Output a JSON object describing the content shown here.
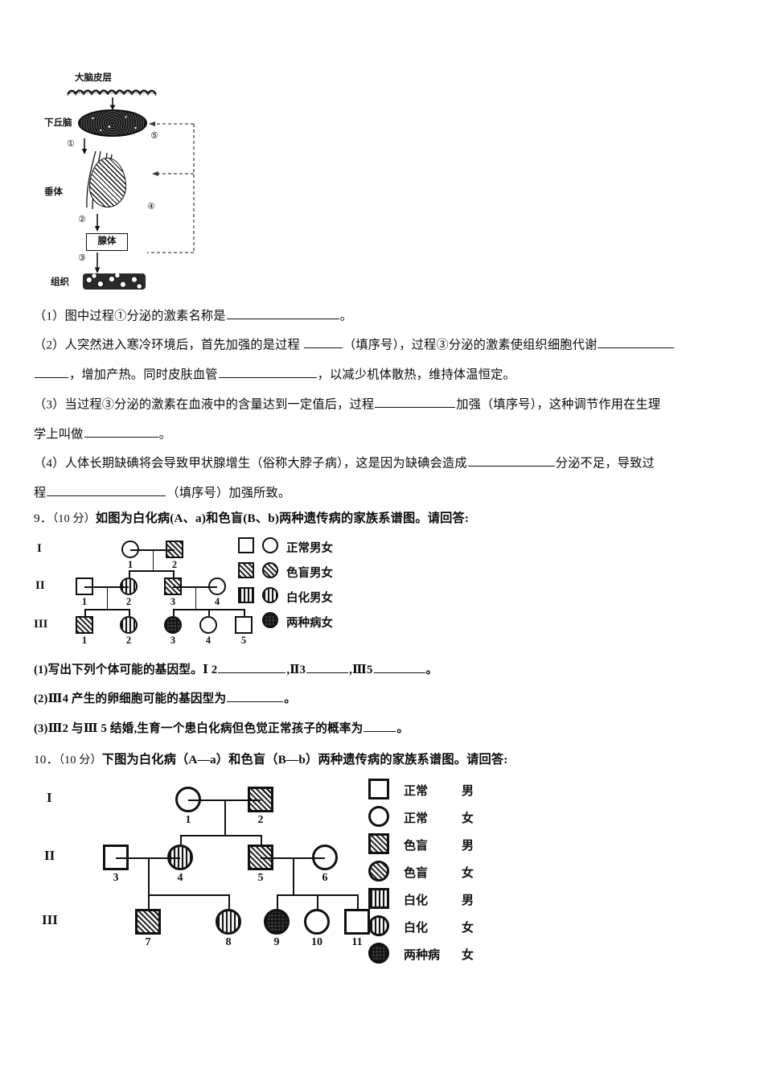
{
  "figure1": {
    "labels": {
      "cortex": "大脑皮层",
      "hypothalamus": "下丘脑",
      "pituitary": "垂体",
      "gland": "腺体",
      "tissue": "组织"
    },
    "process_marks": {
      "p1": "①",
      "p2": "②",
      "p3": "③",
      "p4": "④",
      "p5": "⑤"
    }
  },
  "question8": {
    "items": [
      {
        "id": "q8-1",
        "segments": [
          {
            "type": "text",
            "value": "（1）图中过程①分泌的激素名称是"
          },
          {
            "type": "blank",
            "width": 140
          },
          {
            "type": "text",
            "value": "。"
          }
        ]
      },
      {
        "id": "q8-2a",
        "segments": [
          {
            "type": "text",
            "value": "（2）人突然进入寒冷环境后，首先加强的是过程 "
          },
          {
            "type": "blank",
            "width": 48
          },
          {
            "type": "text",
            "value": "（填序号），过程③分泌的激素使组织细胞代谢"
          },
          {
            "type": "blank",
            "width": 95
          }
        ]
      },
      {
        "id": "q8-2b",
        "segments": [
          {
            "type": "blank",
            "width": 42
          },
          {
            "type": "text",
            "value": "，增加产热。同时皮肤血管"
          },
          {
            "type": "blank",
            "width": 122
          },
          {
            "type": "text",
            "value": "，以减少机体散热，维持体温恒定。"
          }
        ]
      },
      {
        "id": "q8-3a",
        "segments": [
          {
            "type": "text",
            "value": "（3）当过程③分泌的激素在血液中的含量达到一定值后，过程"
          },
          {
            "type": "blank",
            "width": 100
          },
          {
            "type": "text",
            "value": "加强（填序号），这种调节作用在生理"
          }
        ]
      },
      {
        "id": "q8-3b",
        "segments": [
          {
            "type": "text",
            "value": "学上叫做"
          },
          {
            "type": "blank",
            "width": 92
          },
          {
            "type": "text",
            "value": "。"
          }
        ]
      },
      {
        "id": "q8-4a",
        "segments": [
          {
            "type": "text",
            "value": "（4）人体长期缺碘将会导致甲状腺增生（俗称大脖子病），这是因为缺碘会造成"
          },
          {
            "type": "blank",
            "width": 108
          },
          {
            "type": "text",
            "value": "分泌不足，导致过"
          }
        ]
      },
      {
        "id": "q8-4b",
        "segments": [
          {
            "type": "text",
            "value": "程"
          },
          {
            "type": "blank",
            "width": 148
          },
          {
            "type": "text",
            "value": "（填序号）加强所致。"
          }
        ]
      }
    ]
  },
  "question9": {
    "stem_number": "9．",
    "stem_score": "（10 分）",
    "stem_text": "如图为白化病(A、a)和色盲(B、b)两种遗传病的家族系谱图。请回答:",
    "pedigree": {
      "generations": [
        "I",
        "II",
        "III"
      ],
      "individuals": [
        {
          "id": "I-1",
          "gen": "I",
          "num": "1",
          "sex": "female",
          "phenotype": "normal"
        },
        {
          "id": "I-2",
          "gen": "I",
          "num": "2",
          "sex": "male",
          "phenotype": "colorblind"
        },
        {
          "id": "II-1",
          "gen": "II",
          "num": "1",
          "sex": "male",
          "phenotype": "normal"
        },
        {
          "id": "II-2",
          "gen": "II",
          "num": "2",
          "sex": "female",
          "phenotype": "albino"
        },
        {
          "id": "II-3",
          "gen": "II",
          "num": "3",
          "sex": "male",
          "phenotype": "colorblind"
        },
        {
          "id": "II-4",
          "gen": "II",
          "num": "4",
          "sex": "female",
          "phenotype": "normal"
        },
        {
          "id": "III-1",
          "gen": "III",
          "num": "1",
          "sex": "male",
          "phenotype": "colorblind"
        },
        {
          "id": "III-2",
          "gen": "III",
          "num": "2",
          "sex": "female",
          "phenotype": "albino"
        },
        {
          "id": "III-3",
          "gen": "III",
          "num": "3",
          "sex": "female",
          "phenotype": "both"
        },
        {
          "id": "III-4",
          "gen": "III",
          "num": "4",
          "sex": "female",
          "phenotype": "normal"
        },
        {
          "id": "III-5",
          "gen": "III",
          "num": "5",
          "sex": "male",
          "phenotype": "normal"
        }
      ],
      "legend": [
        {
          "key": "normal",
          "label": "正常男女"
        },
        {
          "key": "colorblind",
          "label": "色盲男女"
        },
        {
          "key": "albino",
          "label": "白化男女"
        },
        {
          "key": "both",
          "label": "两种病女"
        }
      ]
    },
    "items": [
      {
        "id": "q9-1",
        "segments": [
          {
            "type": "text",
            "value": "(1)写出下列个体可能的基因型。"
          },
          {
            "type": "text",
            "value": "Ⅰ 2"
          },
          {
            "type": "blank",
            "width": 84
          },
          {
            "type": "text",
            "value": ",Ⅱ3"
          },
          {
            "type": "blank",
            "width": 52
          },
          {
            "type": "text",
            "value": ",Ⅲ5"
          },
          {
            "type": "blank",
            "width": 64
          },
          {
            "type": "text",
            "value": "。"
          }
        ]
      },
      {
        "id": "q9-2",
        "segments": [
          {
            "type": "text",
            "value": "(2)Ⅲ4 产生的卵细胞可能的基因型为"
          },
          {
            "type": "blank",
            "width": 70
          },
          {
            "type": "text",
            "value": "。"
          }
        ]
      },
      {
        "id": "q9-3",
        "segments": [
          {
            "type": "text",
            "value": "(3)Ⅲ2 与Ⅲ 5 结婚,生育一个患白化病但色觉正常孩子的概率为"
          },
          {
            "type": "blank",
            "width": 40
          },
          {
            "type": "text",
            "value": "。"
          }
        ]
      }
    ]
  },
  "question10": {
    "stem_number": "10．",
    "stem_score": "（10 分）",
    "stem_text": "下图为白化病（A—a）和色盲（B—b）两种遗传病的家族系谱图。请回答:",
    "pedigree": {
      "generations": [
        "I",
        "II",
        "III"
      ],
      "individuals": [
        {
          "id": "I-1",
          "gen": "I",
          "num": "1",
          "sex": "female",
          "phenotype": "normal"
        },
        {
          "id": "I-2",
          "gen": "I",
          "num": "2",
          "sex": "male",
          "phenotype": "colorblind"
        },
        {
          "id": "II-3",
          "gen": "II",
          "num": "3",
          "sex": "male",
          "phenotype": "normal"
        },
        {
          "id": "II-4",
          "gen": "II",
          "num": "4",
          "sex": "female",
          "phenotype": "albino"
        },
        {
          "id": "II-5",
          "gen": "II",
          "num": "5",
          "sex": "male",
          "phenotype": "colorblind"
        },
        {
          "id": "II-6",
          "gen": "II",
          "num": "6",
          "sex": "female",
          "phenotype": "normal"
        },
        {
          "id": "III-7",
          "gen": "III",
          "num": "7",
          "sex": "male",
          "phenotype": "colorblind"
        },
        {
          "id": "III-8",
          "gen": "III",
          "num": "8",
          "sex": "female",
          "phenotype": "albino"
        },
        {
          "id": "III-9",
          "gen": "III",
          "num": "9",
          "sex": "female",
          "phenotype": "both"
        },
        {
          "id": "III-10",
          "gen": "III",
          "num": "10",
          "sex": "female",
          "phenotype": "normal"
        },
        {
          "id": "III-11",
          "gen": "III",
          "num": "11",
          "sex": "male",
          "phenotype": "normal"
        }
      ],
      "legend": [
        {
          "key": "normal-male",
          "shape": "square",
          "fill": "normal",
          "name": "正常",
          "sex": "男"
        },
        {
          "key": "normal-female",
          "shape": "circle",
          "fill": "normal",
          "name": "正常",
          "sex": "女"
        },
        {
          "key": "colorblind-male",
          "shape": "square",
          "fill": "colorblind",
          "name": "色盲",
          "sex": "男"
        },
        {
          "key": "colorblind-female",
          "shape": "circle",
          "fill": "colorblind",
          "name": "色盲",
          "sex": "女"
        },
        {
          "key": "albino-male",
          "shape": "square",
          "fill": "albino",
          "name": "白化",
          "sex": "男"
        },
        {
          "key": "albino-female",
          "shape": "circle",
          "fill": "albino",
          "name": "白化",
          "sex": "女"
        },
        {
          "key": "both-female",
          "shape": "circle",
          "fill": "both",
          "name": "两种病",
          "sex": "女"
        }
      ]
    }
  }
}
